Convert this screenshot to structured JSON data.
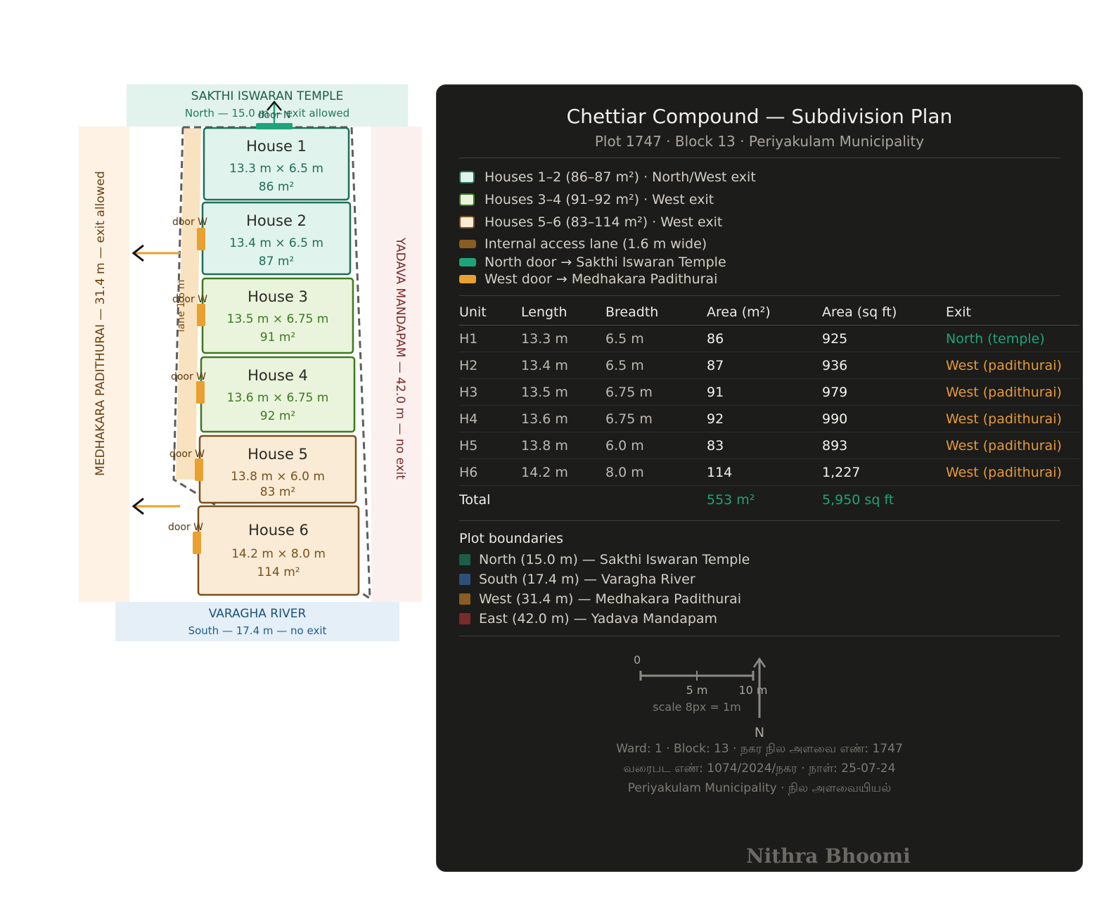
{
  "plan": {
    "north": {
      "name": "SAKTHI ISWARAN TEMPLE",
      "note": "North — 15.0 m — exit allowed",
      "door": "door N"
    },
    "south": {
      "name": "VARAGHA RIVER",
      "note": "South — 17.4 m — no exit"
    },
    "west": {
      "label": "MEDHAKARA PADITHURAI — 31.4 m — exit allowed"
    },
    "east": {
      "label": "YADAVA MANDAPAM — 42.0 m — no exit"
    },
    "lane_label": "lane 1.6 m",
    "door_w": "door W",
    "houses": [
      {
        "name": "House 1",
        "dims": "13.3 m × 6.5 m",
        "area": "86 m²",
        "group": "g1"
      },
      {
        "name": "House 2",
        "dims": "13.4 m × 6.5 m",
        "area": "87 m²",
        "group": "g1"
      },
      {
        "name": "House 3",
        "dims": "13.5 m × 6.75 m",
        "area": "91 m²",
        "group": "g2"
      },
      {
        "name": "House 4",
        "dims": "13.6 m × 6.75 m",
        "area": "92 m²",
        "group": "g2"
      },
      {
        "name": "House 5",
        "dims": "13.8 m × 6.0 m",
        "area": "83 m²",
        "group": "g3"
      },
      {
        "name": "House 6",
        "dims": "14.2 m × 8.0 m",
        "area": "114 m²",
        "group": "g3"
      }
    ]
  },
  "colors": {
    "g1_fill": "#e0f3ed",
    "g1_stroke": "#1f6e58",
    "g1_text": "#1f6e58",
    "g2_fill": "#eaf3dc",
    "g2_stroke": "#3b7a1e",
    "g2_text": "#3b7a1e",
    "g3_fill": "#faebd6",
    "g3_stroke": "#7a4f1a",
    "g3_text": "#7a4f1a",
    "north_door": "#1fa37a",
    "west_door": "#e8a030",
    "lane": "#f9e2bf",
    "exit_north_text": "#1fa37a",
    "exit_west_text": "#e89a36",
    "total_text": "#1fa37a"
  },
  "panel": {
    "title": "Chettiar Compound — Subdivision Plan",
    "subtitle": "Plot 1747 · Block 13 · Periyakulam Municipality",
    "legend": [
      {
        "text": "Houses 1–2 (86–87 m²) · North/West exit",
        "kind": "box",
        "fill": "#e0f3ed",
        "stroke": "#1f6e58"
      },
      {
        "text": "Houses 3–4 (91–92 m²) · West exit",
        "kind": "box",
        "fill": "#eaf3dc",
        "stroke": "#3b7a1e"
      },
      {
        "text": "Houses 5–6 (83–114 m²) · West exit",
        "kind": "box",
        "fill": "#faebd6",
        "stroke": "#7a4f1a"
      },
      {
        "text": "Internal access lane (1.6 m wide)",
        "kind": "bar",
        "fill": "#8a5d22"
      },
      {
        "text": "North door → Sakthi Iswaran Temple",
        "kind": "bar",
        "fill": "#1fa37a"
      },
      {
        "text": "West door → Medhakara Padithurai",
        "kind": "bar",
        "fill": "#e8a030"
      }
    ],
    "table": {
      "headers": [
        "Unit",
        "Length",
        "Breadth",
        "Area (m²)",
        "Area (sq ft)",
        "Exit"
      ],
      "rows": [
        [
          "H1",
          "13.3 m",
          "6.5 m",
          "86",
          "925",
          "North (temple)"
        ],
        [
          "H2",
          "13.4 m",
          "6.5 m",
          "87",
          "936",
          "West (padithurai)"
        ],
        [
          "H3",
          "13.5 m",
          "6.75 m",
          "91",
          "979",
          "West (padithurai)"
        ],
        [
          "H4",
          "13.6 m",
          "6.75 m",
          "92",
          "990",
          "West (padithurai)"
        ],
        [
          "H5",
          "13.8 m",
          "6.0 m",
          "83",
          "893",
          "West (padithurai)"
        ],
        [
          "H6",
          "14.2 m",
          "8.0 m",
          "114",
          "1,227",
          "West (padithurai)"
        ]
      ],
      "total": {
        "label": "Total",
        "area_m2": "553 m²",
        "area_sqft": "5,950 sq ft"
      }
    },
    "boundaries_title": "Plot boundaries",
    "boundaries": [
      {
        "text": "North (15.0 m) — Sakthi Iswaran Temple",
        "color": "#1d5e48"
      },
      {
        "text": "South (17.4 m) — Varagha River",
        "color": "#2e4f7a"
      },
      {
        "text": "West (31.4 m) — Medhakara Padithurai",
        "color": "#8a5d22"
      },
      {
        "text": "East (42.0 m) — Yadava Mandapam",
        "color": "#7a2a2a"
      }
    ],
    "scale": {
      "zero": "0",
      "mid": "5 m",
      "end": "10 m",
      "note": "scale 8px = 1m",
      "north": "N"
    },
    "meta": [
      "Ward: 1 · Block: 13 · நகர நில அளவை எண்: 1747",
      "வரைபட எண்: 1074/2024/நகர · நாள்: 25-07-24",
      "Periyakulam Municipality · நில அளவையியல்"
    ],
    "watermark": "Nithra Bhoomi"
  }
}
